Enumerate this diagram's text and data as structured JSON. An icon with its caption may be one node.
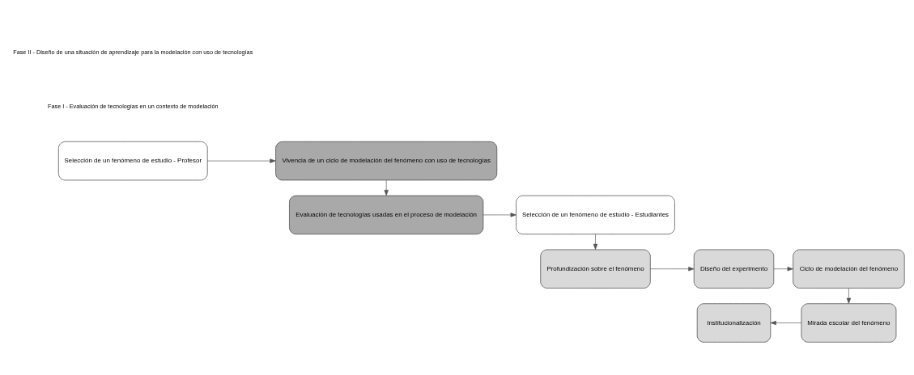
{
  "diagram": {
    "nodes": [
      {
        "text": [
          "Selección de un fenómeno de estudio - Profesor"
        ]
      },
      {
        "text": [
          "Vivencia de un ciclo de modelación del fenómeno con uso de tecnologías"
        ]
      },
      {
        "text": [
          "Evaluación de tecnologías usadas en el proceso de modelación"
        ]
      },
      {
        "text": [
          "Selección de un fenómeno de estudio - Estudiantes"
        ]
      },
      {
        "text": [
          "Profundización sobre el fenómeno"
        ]
      },
      {
        "text": [
          "Diseño del experimento"
        ]
      },
      {
        "text": [
          "Ciclo de modelación del fenómeno"
        ]
      },
      {
        "text": [
          "Institucionalización"
        ]
      },
      {
        "text": [
          "Mirada escolar del fenómeno"
        ]
      }
    ],
    "edges": [
      {
        "from": 0,
        "to": 1,
        "arrow": "to"
      },
      {
        "from": 1,
        "to": 2,
        "arrow": "to"
      },
      {
        "from": 2,
        "to": 3,
        "arrow": "to"
      },
      {
        "from": 3,
        "to": 4,
        "arrow": "to"
      },
      {
        "from": 4,
        "to": 5,
        "arrow": "to"
      },
      {
        "from": 5,
        "to": 6,
        "arrow": "to"
      },
      {
        "from": 6,
        "to": 8,
        "arrow": "to"
      },
      {
        "from": 8,
        "to": 7,
        "arrow": "to"
      }
    ],
    "labels": [
      "Fase I - Evaluación de tecnologías en un contexto de modelación",
      "Fase II - Diseño de una situación de aprendizaje para la modelación con uso de tecnologías"
    ]
  }
}
